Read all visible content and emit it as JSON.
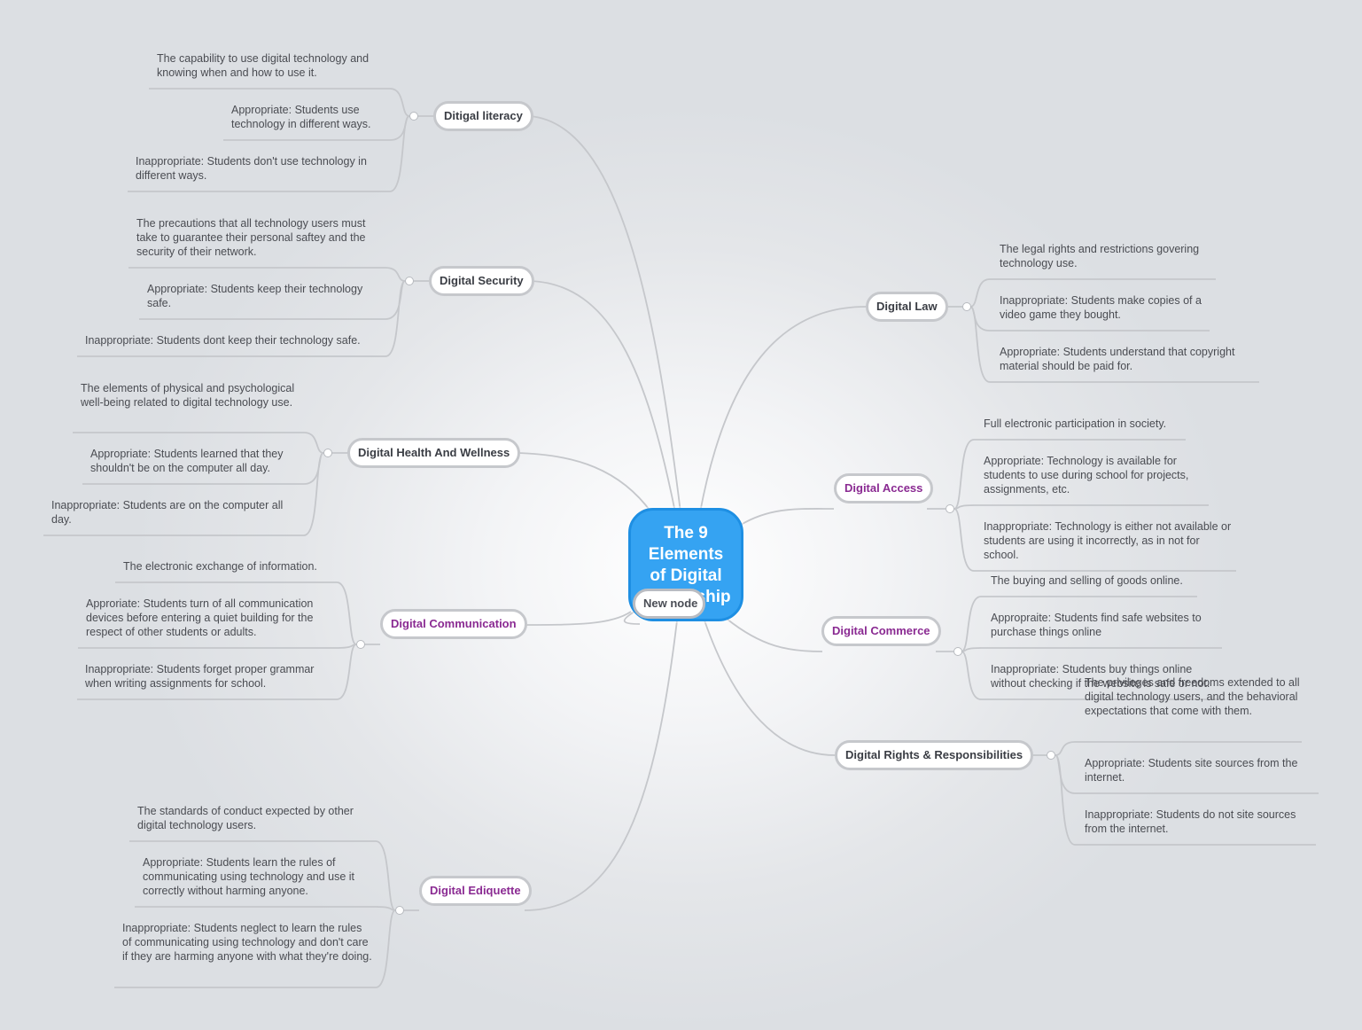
{
  "root": {
    "title": "The 9 Elements of Digital Citizenship"
  },
  "new_node": "New node",
  "topics": [
    {
      "label": "Ditigal literacy",
      "items": [
        "The capability to use digital technology and knowing when and how to use it.",
        "Appropriate: Students use technology in different ways.",
        "Inappropriate: Students don't use technology in different ways."
      ]
    },
    {
      "label": "Digital Security",
      "items": [
        "The precautions that all technology users must take to guarantee their personal saftey and the security of their network.",
        "Appropriate: Students keep their technology safe.",
        "Inappropriate: Students dont keep their technology safe."
      ]
    },
    {
      "label": "Digital Health And Wellness",
      "items": [
        "The elements of physical and psychological well-being related to digital technology use.",
        "Appropriate: Students learned that they shouldn't be on the computer all day.",
        "Inappropriate: Students are on the computer all day."
      ]
    },
    {
      "label": "Digital Communication",
      "items": [
        "The electronic exchange of information.",
        "Approriate: Students turn of all communication devices before entering a quiet building for the respect of other students or adults.",
        "Inappropriate: Students forget proper grammar when writing assignments for school."
      ]
    },
    {
      "label": "Digital Ediquette",
      "items": [
        "The standards of conduct expected by other digital technology users.",
        "Appropriate: Students learn the rules of communicating using technology and use it correctly without harming anyone.",
        "Inappropriate: Students neglect to learn the rules of communicating using technology and don't care if they are harming anyone with what they're doing."
      ]
    },
    {
      "label": "Digital Law",
      "items": [
        "The legal rights and restrictions govering technology use.",
        "Inappropriate: Students make copies of a video game they bought.",
        "Appropriate: Students understand that copyright material should be paid for."
      ]
    },
    {
      "label": "Digital Access",
      "items": [
        "Full electronic participation in society.",
        "Appropriate: Technology is available for students to use during school for projects, assignments, etc.",
        "Inappropriate: Technology is either not available or students are using it incorrectly, as in not for school."
      ]
    },
    {
      "label": "Digital Commerce",
      "items": [
        "The buying and selling of goods online.",
        "Appropraite: Students find safe websites to purchase things online",
        "Inappropriate: Students buy things online without checking if the website is safe or not."
      ]
    },
    {
      "label": "Digital Rights & Responsibilities",
      "items": [
        "The privileges and freedoms extended to all digital technology users, and the behavioral expectations that come with them.",
        "Appropriate: Students site sources from the internet.",
        "Inappropriate: Students do not site sources from the internet."
      ]
    }
  ],
  "colors": {
    "root": "#35a3f2",
    "purple_label": "#8a2a92",
    "link": "#c2c4c8"
  }
}
